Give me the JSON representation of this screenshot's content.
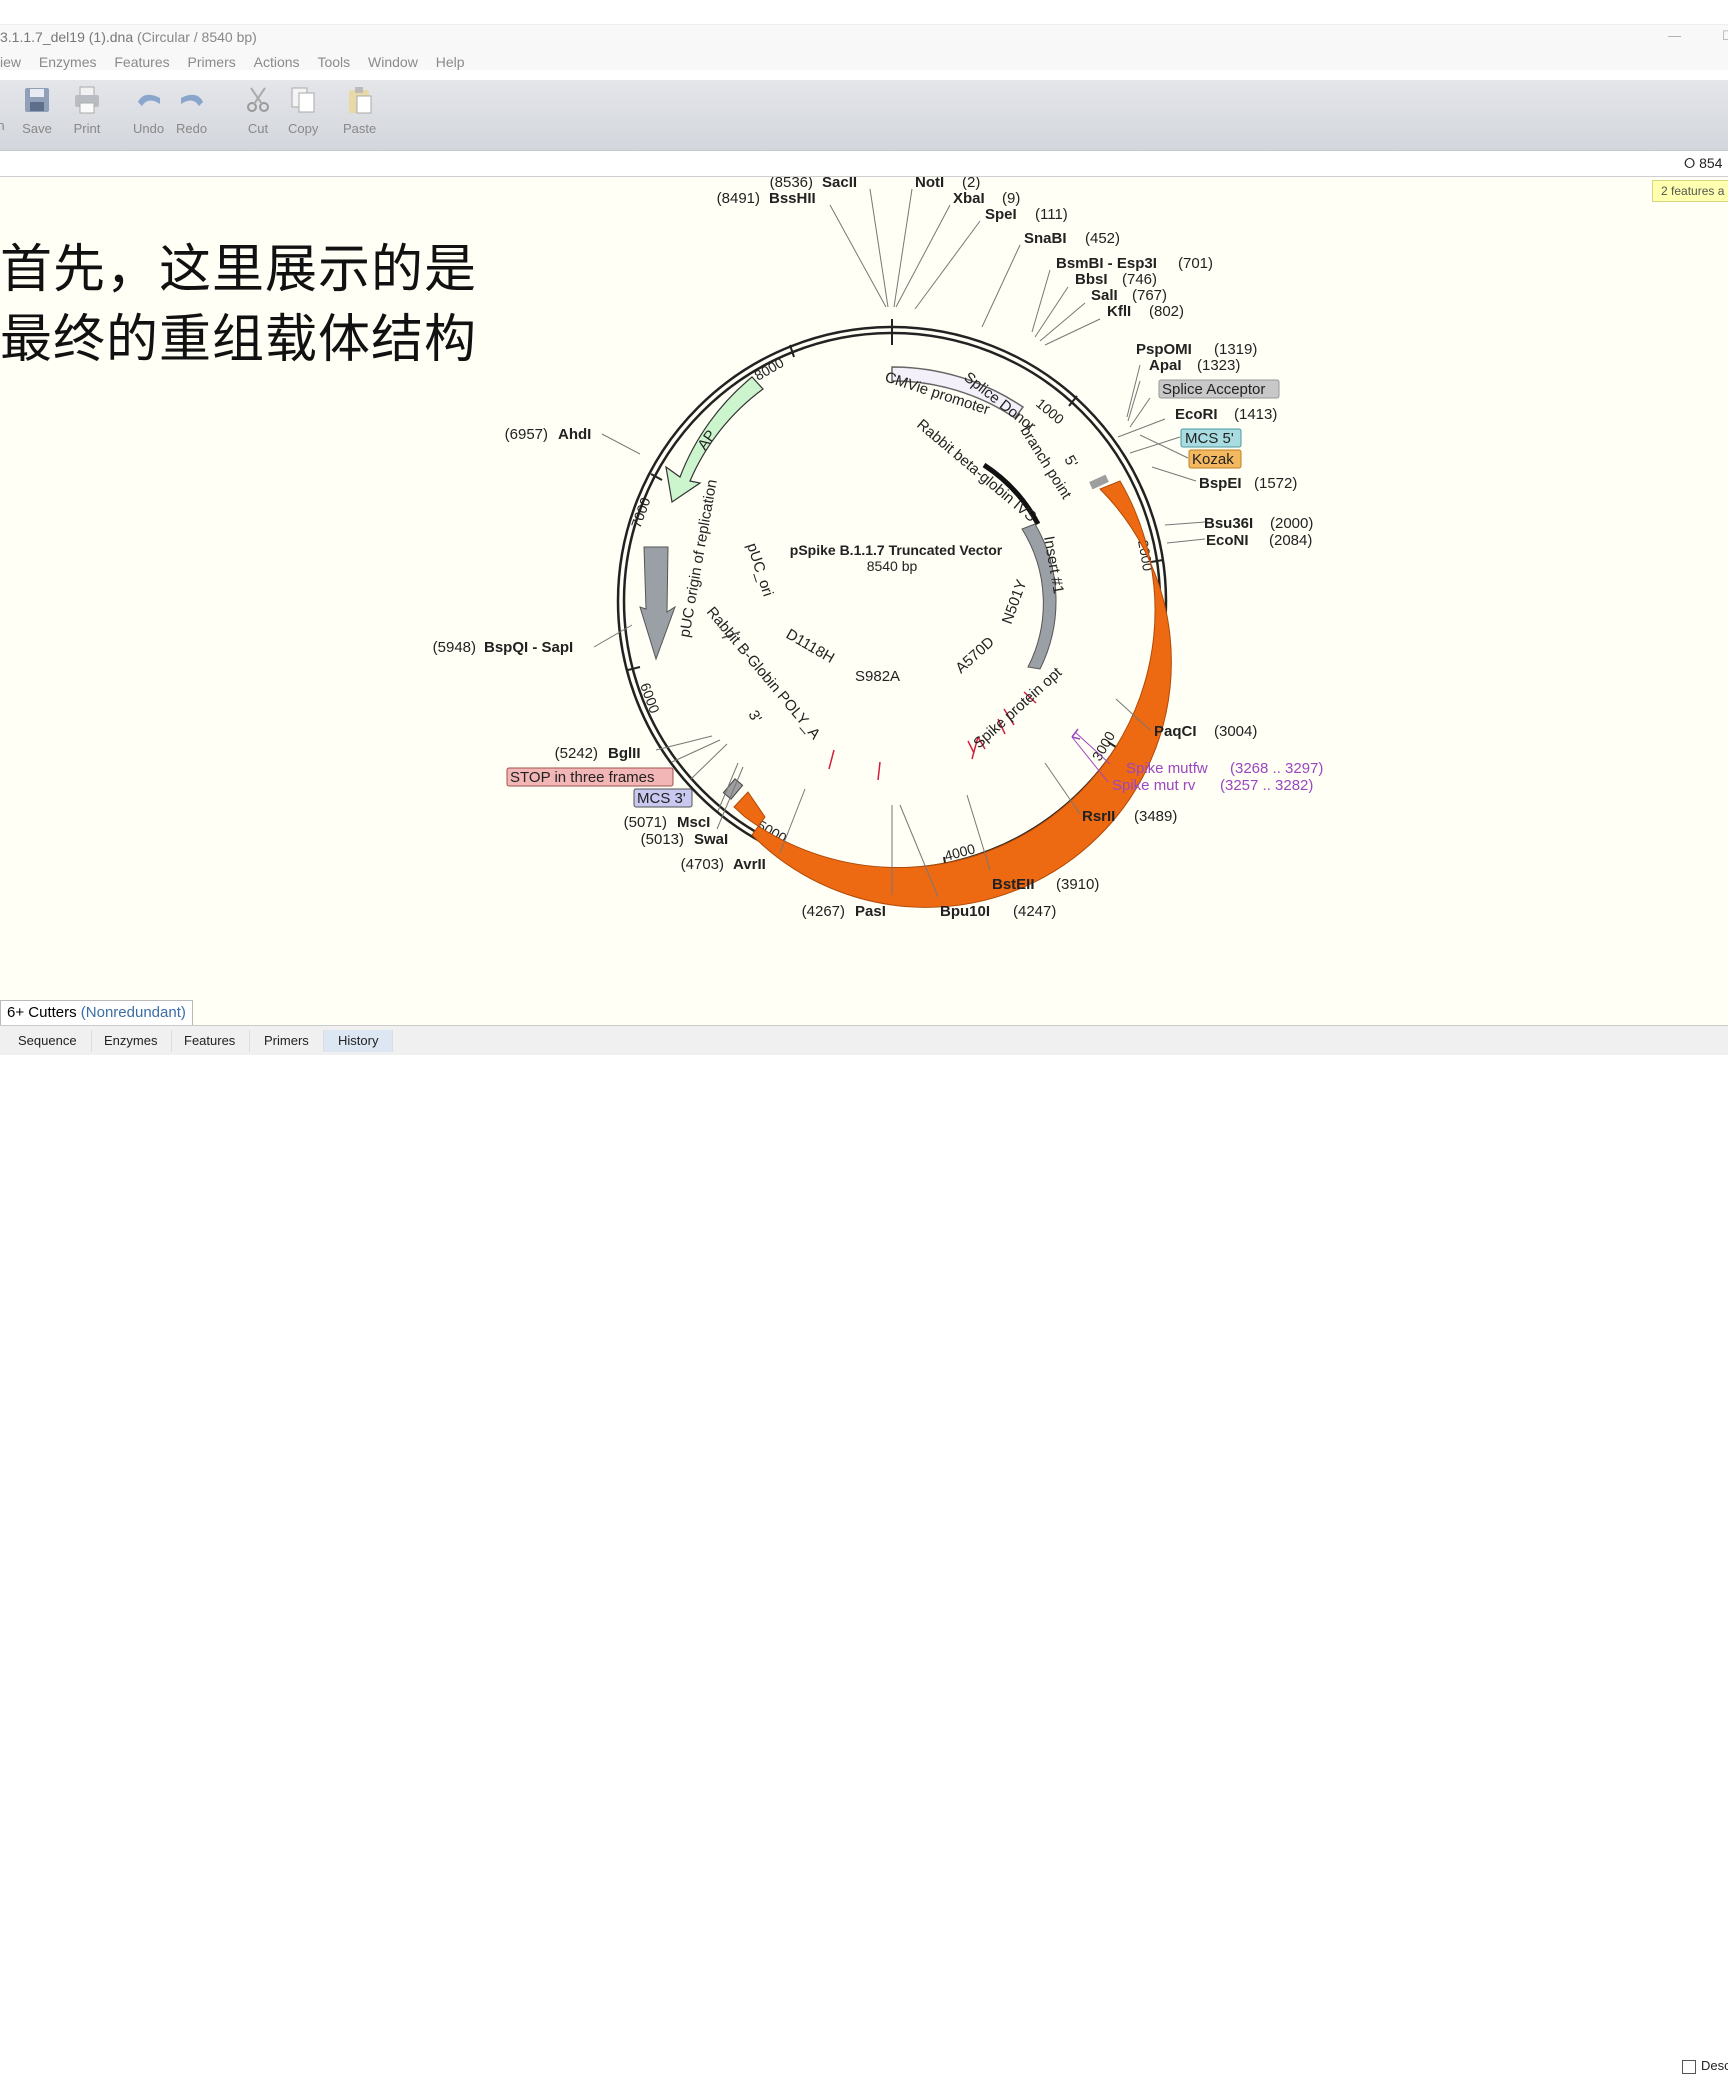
{
  "window": {
    "title": "3.1.1.7_del19 (1).dna",
    "subtitle": "(Circular / 8540 bp)",
    "minimize": "—",
    "restore": "☐"
  },
  "menu": [
    "iew",
    "Enzymes",
    "Features",
    "Primers",
    "Actions",
    "Tools",
    "Window",
    "Help"
  ],
  "toolbar": {
    "open_label": "n",
    "save_label": "Save",
    "print_label": "Print",
    "undo_label": "Undo",
    "redo_label": "Redo",
    "cut_label": "Cut",
    "copy_label": "Copy",
    "paste_label": "Paste"
  },
  "status": {
    "bp_count": "854"
  },
  "notice": "2 features a",
  "overlay": {
    "line1": "首先，这里展示的是",
    "line2": "最终的重组载体结构"
  },
  "map": {
    "name": "pSpike B.1.1.7 Truncated Vector",
    "length": "8540 bp",
    "ticks": [
      "1000",
      "2000",
      "3000",
      "4000",
      "5000",
      "6000",
      "7000",
      "8000"
    ],
    "sites": [
      {
        "name": "SacII",
        "pos": "(8536)"
      },
      {
        "name": "BssHII",
        "pos": "(8491)"
      },
      {
        "name": "NotI",
        "pos": "(2)"
      },
      {
        "name": "XbaI",
        "pos": "(9)"
      },
      {
        "name": "SpeI",
        "pos": "(111)"
      },
      {
        "name": "SnaBI",
        "pos": "(452)"
      },
      {
        "name": "BsmBI - Esp3I",
        "pos": "(701)"
      },
      {
        "name": "BbsI",
        "pos": "(746)"
      },
      {
        "name": "SalI",
        "pos": "(767)"
      },
      {
        "name": "KflI",
        "pos": "(802)"
      },
      {
        "name": "PspOMI",
        "pos": "(1319)"
      },
      {
        "name": "ApaI",
        "pos": "(1323)"
      },
      {
        "name": "EcoRI",
        "pos": "(1413)"
      },
      {
        "name": "BspEI",
        "pos": "(1572)"
      },
      {
        "name": "Bsu36I",
        "pos": "(2000)"
      },
      {
        "name": "EcoNI",
        "pos": "(2084)"
      },
      {
        "name": "PaqCI",
        "pos": "(3004)"
      },
      {
        "name": "RsrII",
        "pos": "(3489)"
      },
      {
        "name": "BstEII",
        "pos": "(3910)"
      },
      {
        "name": "Bpu10I",
        "pos": "(4247)"
      },
      {
        "name": "PasI",
        "pos": "(4267)"
      },
      {
        "name": "AvrII",
        "pos": "(4703)"
      },
      {
        "name": "SwaI",
        "pos": "(5013)"
      },
      {
        "name": "MscI",
        "pos": "(5071)"
      },
      {
        "name": "BglII",
        "pos": "(5242)"
      },
      {
        "name": "BspQI - SapI",
        "pos": "(5948)"
      },
      {
        "name": "AhdI",
        "pos": "(6957)"
      }
    ],
    "boxed_features": {
      "splice_acceptor": "Splice Acceptor",
      "mcs5": "MCS 5'",
      "kozak": "Kozak",
      "stop": "STOP in three frames",
      "mcs3": "MCS 3'"
    },
    "primers": {
      "mutfw": "Spike mutfw",
      "mutfw_range": "(3268 .. 3297)",
      "mutrv": "Spike mut rv",
      "mutrv_range": "(3257 .. 3282)"
    },
    "features": {
      "cmv": "CMVie promoter",
      "splice_donor": "Splice Donor",
      "branch_point": "branch point",
      "five_prime": "5'",
      "three_prime": "3'",
      "rabbit_ivs": "Rabbit beta-globin IVS",
      "insert": "Insert #1",
      "spike": "Spike protein opt",
      "ap": "AP",
      "puc_rep": "pUC origin of replication",
      "puc_ori": "pUC_ori",
      "polya": "Rabbit B-Globin POLY_A"
    },
    "mutations": [
      "N501Y",
      "A570D",
      "D1118H",
      "S982A"
    ]
  },
  "bottom_panel": {
    "label": "6+ Cutters",
    "mode": "(Nonredundant)"
  },
  "tabs": [
    "Sequence",
    "Enzymes",
    "Features",
    "Primers",
    "History"
  ],
  "desc_label": "Desc",
  "colors": {
    "spike": "#ee6a12",
    "insert": "#9aa0a6",
    "ap": "#cdf5cd",
    "mcs5": "#a8dce0",
    "kozak": "#f4b860",
    "stop": "#f2b6b6",
    "mcs3": "#c8c8f0",
    "splice": "#c8c8c8",
    "primer": "#9b46c2"
  }
}
